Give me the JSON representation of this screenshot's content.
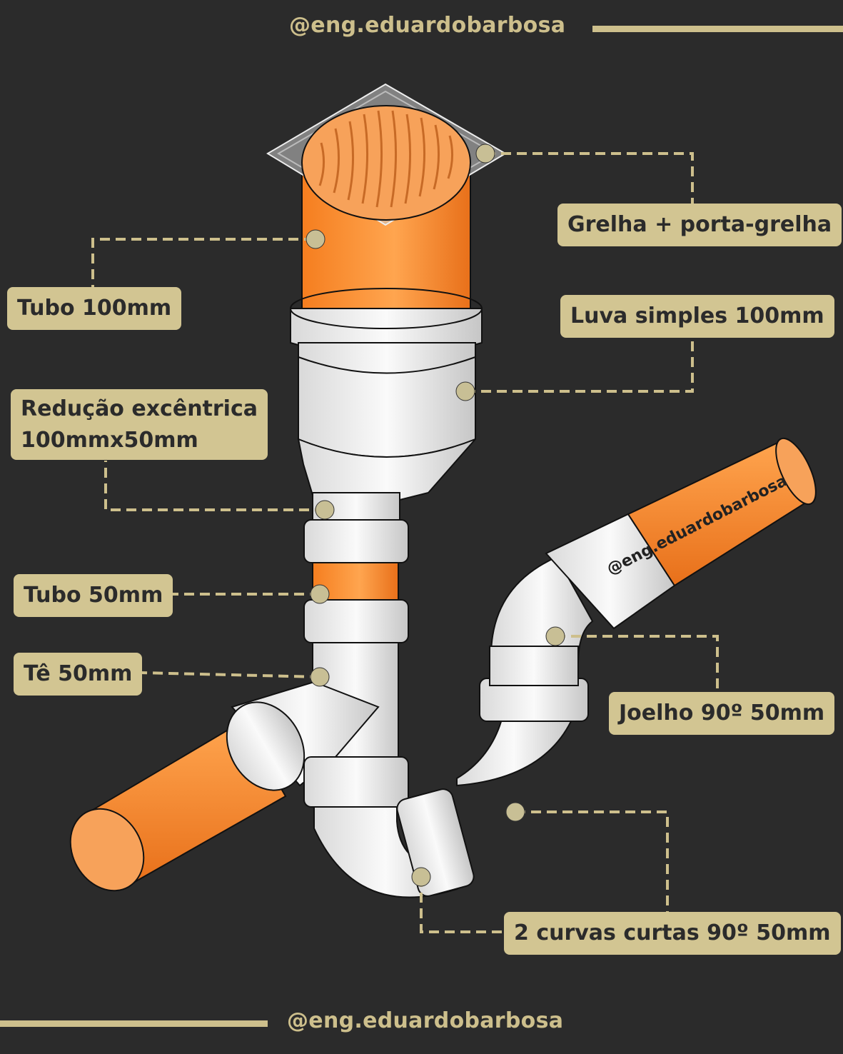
{
  "header": {
    "handle": "@eng.eduardobarbosa"
  },
  "footer": {
    "handle": "@eng.eduardobarbosa"
  },
  "watermark": "@eng.eduardobarbosa",
  "colors": {
    "background": "#2b2b2b",
    "accent": "#d2c592",
    "pipe_orange": "#f7923a",
    "fitting_white": "#eeeeee"
  },
  "labels": {
    "grelha": "Grelha + porta-grelha",
    "tubo100": "Tubo 100mm",
    "luva": "Luva simples 100mm",
    "reducao_line1": "Redução excêntrica",
    "reducao_line2": "100mmx50mm",
    "tubo50": "Tubo 50mm",
    "te": "Tê 50mm",
    "joelho": "Joelho 90º 50mm",
    "curvas": "2 curvas curtas 90º 50mm"
  }
}
